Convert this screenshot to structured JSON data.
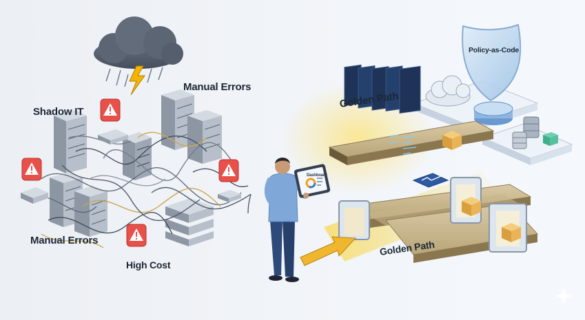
{
  "labels": {
    "shadow_it": "Shadow IT",
    "manual_errors_top": "Manual Errors",
    "manual_errors_bottom": "Manual Errors",
    "high_cost": "High Cost",
    "golden_path_top": "Golden Path",
    "golden_path_bottom": "Golden Path",
    "policy_as_code": "Policy-as-Code",
    "tablet_heading": "Dashboard"
  },
  "colors": {
    "background_left": "#eef1f5",
    "background_right": "#f4f8fc",
    "server_gray": "#b8c1cc",
    "server_dark": "#4b5665",
    "alert_red": "#e8504a",
    "storm_cloud": "#5a6474",
    "lightning": "#f5b400",
    "golden_glow": "#f6d24a",
    "shield_blue": "#bcd6f0",
    "person_shirt": "#7fa8d9",
    "person_pants": "#2d4a7a",
    "code_screen": "#1f3358",
    "arrow_gold": "#f0b62d"
  },
  "icons": [
    "storm-cloud-icon",
    "lightning-icon",
    "warning-icon",
    "shield-icon",
    "cloud-icon",
    "database-icon",
    "package-box-icon",
    "arrow-icon",
    "document-icon"
  ]
}
